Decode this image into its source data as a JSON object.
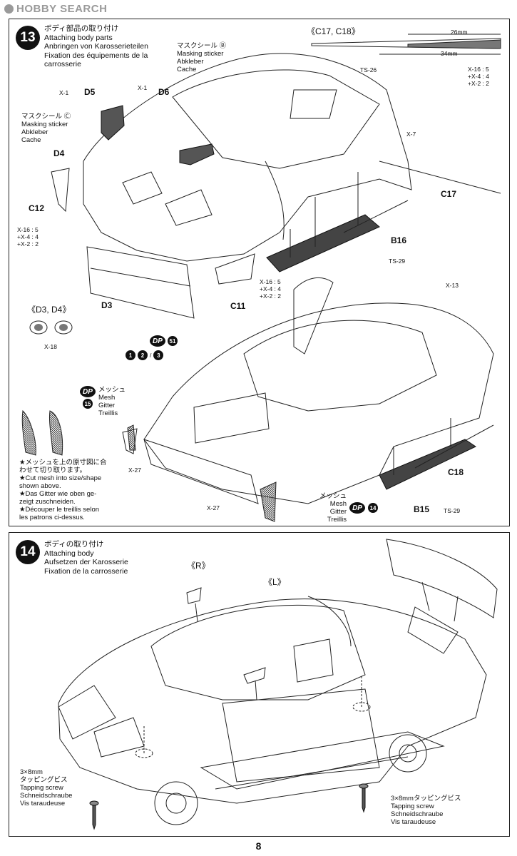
{
  "watermark": "HOBBY SEARCH",
  "page_number": "8",
  "step13": {
    "number": "13",
    "title_lines": [
      "ボディ部品の取り付け",
      "Attaching body parts",
      "Anbringen von Karosserieteilen",
      "Fixation des équipements de la",
      "carrosserie"
    ],
    "masking_B": [
      "マスクシール Ⓑ",
      "Masking sticker",
      "Abkleber",
      "Cache"
    ],
    "masking_C": [
      "マスクシール Ⓒ",
      "Masking sticker",
      "Abkleber",
      "Cache"
    ],
    "inset_c17_c18": {
      "title": "《C17, C18》",
      "dim1": "26mm",
      "dim2": "34mm",
      "paint": "TS-26",
      "mix": [
        "X-16 : 5",
        "+X-4 : 4",
        "+X-2 : 2"
      ]
    },
    "labels": {
      "x1_a": "X-1",
      "d5": "D5",
      "x1_b": "X-1",
      "d6": "D6",
      "d4": "D4",
      "c12": "C12",
      "c12_mix": [
        "X-16 : 5",
        "+X-4 : 4",
        "+X-2 : 2"
      ],
      "d3": "D3",
      "c11": "C11",
      "c11_mix": [
        "X-16 : 5",
        "+X-4 : 4",
        "+X-2 : 2"
      ],
      "x7": "X-7",
      "c17": "C17",
      "b16": "B16",
      "ts29_a": "TS-29",
      "x13": "X-13",
      "c18": "C18",
      "b15": "B15",
      "ts29_b": "TS-29",
      "x27_a": "X-27",
      "x27_b": "X-27",
      "x18": "X-18"
    },
    "inset_d3_d4": "《D3, D4》",
    "dp_badge": "DP",
    "dp_51": "51",
    "dp_seq": [
      "1",
      "2",
      "3"
    ],
    "mesh_15": [
      "メッシュ",
      "Mesh",
      "Gitter",
      "Treillis"
    ],
    "mesh_15_num": "15",
    "mesh_14": [
      "メッシュ",
      "Mesh",
      "Gitter",
      "Treillis"
    ],
    "mesh_14_num": "14",
    "mesh_note": [
      "★メッシュを上の原寸図に合",
      "わせて切り取ります。",
      "★Cut mesh into size/shape",
      "shown above.",
      "★Das Gitter wie oben ge-",
      "zeigt zuschneiden.",
      "★Découper le treillis selon",
      "les patrons ci-dessus."
    ]
  },
  "step14": {
    "number": "14",
    "title_lines": [
      "ボディの取り付け",
      "Attaching body",
      "Aufsetzen der Karosserie",
      "Fixation de la carrosserie"
    ],
    "mirror_r": "《R》",
    "mirror_l": "《L》",
    "screw_left": [
      "3×8mm",
      "タッピングビス",
      "Tapping screw",
      "Schneidschraube",
      "Vis taraudeuse"
    ],
    "screw_right": [
      "3×8mmタッピングビス",
      "Tapping screw",
      "Schneidschraube",
      "Vis taraudeuse"
    ]
  }
}
